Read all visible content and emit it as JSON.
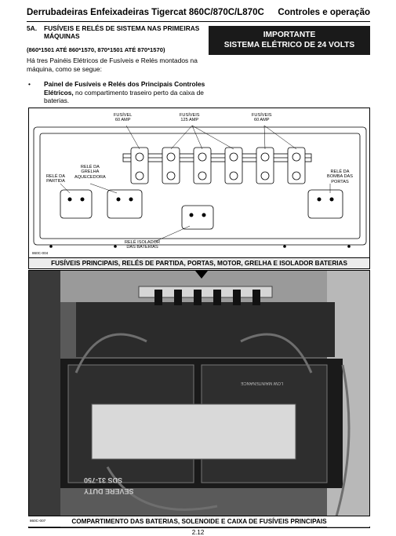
{
  "header": {
    "title": "Derrubadeiras Enfeixadeiras Tigercat 860C/870C/L870C",
    "section": "Controles e operação"
  },
  "section": {
    "number": "5A.",
    "title": "FUSÍVEIS E RELÉS DE SISTEMA NAS PRIMEIRAS MÁQUINAS",
    "models": "(860*1501 ATÉ 860*1570, 870*1501 ATÉ 870*1570)",
    "intro": "Há tres Painéis Elétricos de Fusíveis e Relés montados na máquina, como se segue:",
    "bullet_symbol": "•",
    "bullet_bold": "Painel de Fusíveis e Relés dos Principais Controles Elétricos,",
    "bullet_rest": " no compartimento traseiro perto da caixa de  baterias."
  },
  "important": {
    "line1": "IMPORTANTE",
    "line2": "SISTEMA ELÉTRICO DE 24 VOLTS"
  },
  "diagram": {
    "labels": {
      "fuse60a": "FUSÍVEL\n60 AMP",
      "fuse125": "FUSÍVEIS\n125 AMP",
      "fuse60b": "FUSÍVEIS\n60 AMP",
      "start_relay": "RELÉ DA\nPARTIDA",
      "grid_relay": "RELÉ DA\nGRELHA\nAQUECEDORA",
      "pump_relay": "RELÉ DA\nBOMBA DAS\nPORTAS",
      "isolator_relay": "RELÉ ISOLADOR\nDAS BATERIAS"
    },
    "code": "860C-004",
    "caption": "FUSÍVEIS PRINCIPAIS, RELÉS DE PARTIDA, PORTAS, MOTOR, GRELHA E ISOLADOR BATERIAS"
  },
  "photo": {
    "code": "860C-007",
    "caption": "COMPARTIMENTO DAS BATERIAS, SOLENOIDE E CAIXA DE FUSÍVEIS PRINCIPAIS",
    "battery_brand": "SEVERE DUTY",
    "battery_model": "SDS 31-750",
    "battery_note": "LOW MAINTENANCE"
  },
  "footer": {
    "page": "2.12"
  }
}
